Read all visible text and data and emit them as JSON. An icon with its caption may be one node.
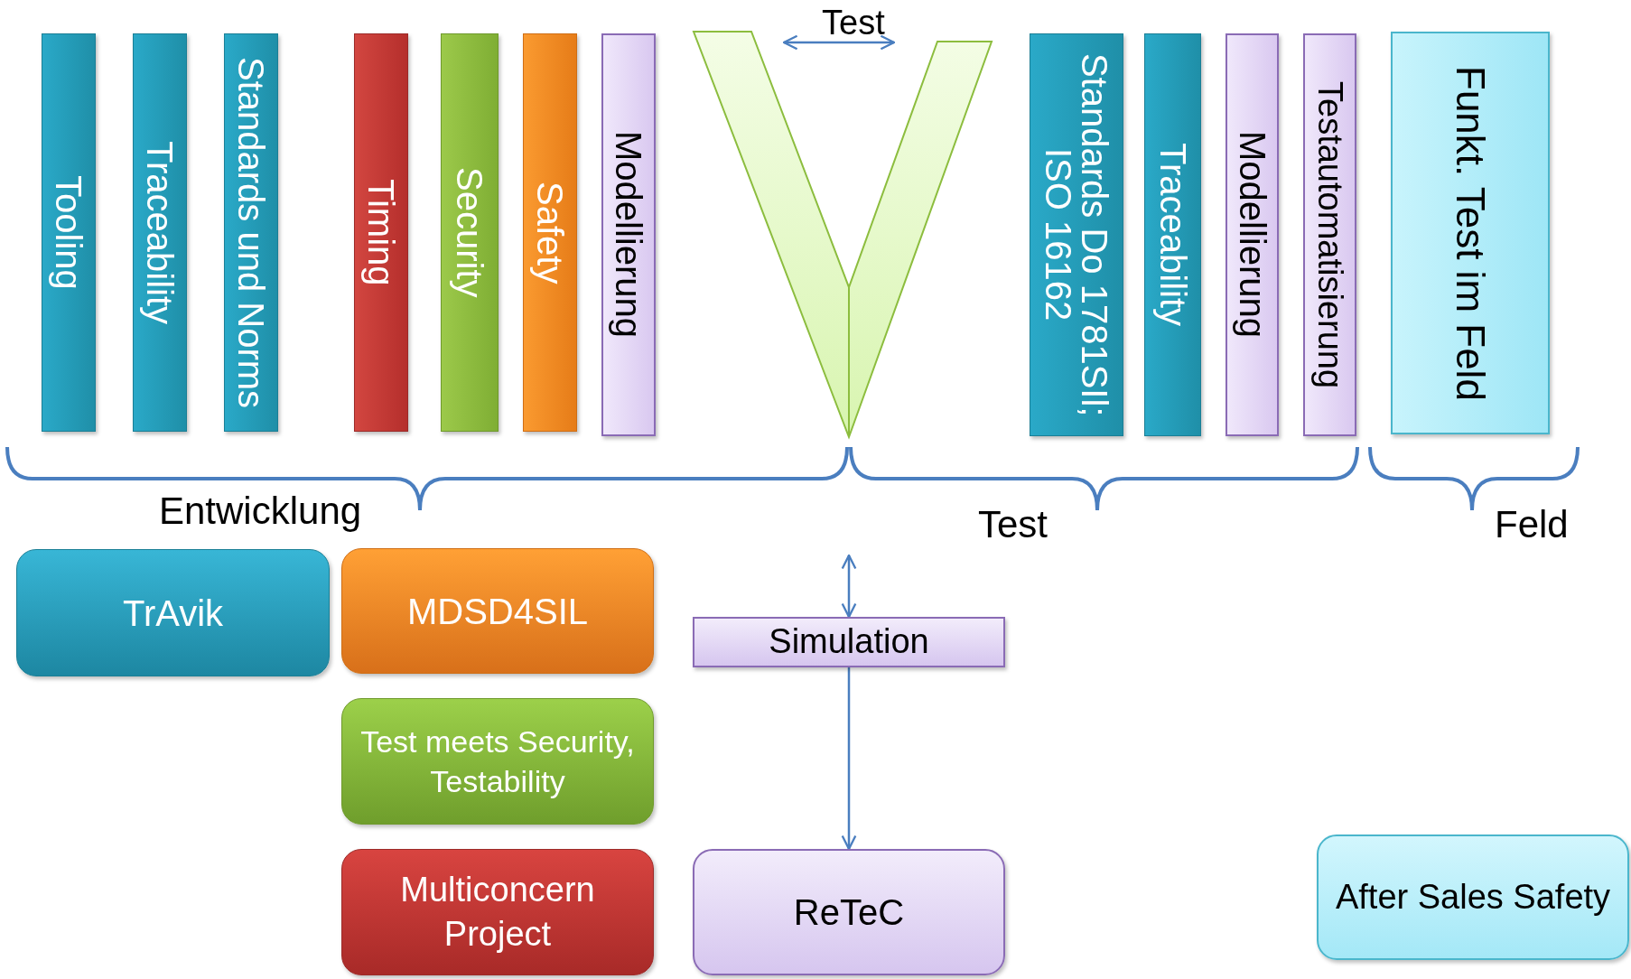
{
  "diagram": {
    "nodes": [
      {
        "text": [
          "Tooling"
        ]
      },
      {
        "text": [
          "Traceability"
        ]
      },
      {
        "text": [
          "Standards und Norms"
        ]
      },
      {
        "text": [
          "Timing"
        ]
      },
      {
        "text": [
          "Security"
        ]
      },
      {
        "text": [
          "Safety"
        ]
      },
      {
        "text": [
          "Modellierung"
        ]
      },
      {
        "text": [
          "Standards Do 1781SIl; ISO 16162"
        ]
      },
      {
        "text": [
          "Traceability"
        ]
      },
      {
        "text": [
          "Modellierung"
        ]
      },
      {
        "text": [
          "Testautomatisierung"
        ]
      },
      {
        "text": [
          "Funkt. Test im Feld"
        ]
      },
      {
        "text": [
          "TrAvik"
        ]
      },
      {
        "text": [
          "MDSD4SIL"
        ]
      },
      {
        "text": [
          "Simulation"
        ]
      },
      {
        "text": [
          "Test meets Security, Testability"
        ]
      },
      {
        "text": [
          "Multiconcern Project"
        ]
      },
      {
        "text": [
          "ReTeC"
        ]
      },
      {
        "text": [
          "After Sales Safety"
        ]
      }
    ],
    "edges": [
      {
        "from": null,
        "to": 14,
        "arrow": "both"
      },
      {
        "from": 14,
        "to": 17,
        "arrow": "to"
      }
    ],
    "labels": [
      "Test",
      "Entwicklung",
      "Test",
      "Feld"
    ]
  }
}
